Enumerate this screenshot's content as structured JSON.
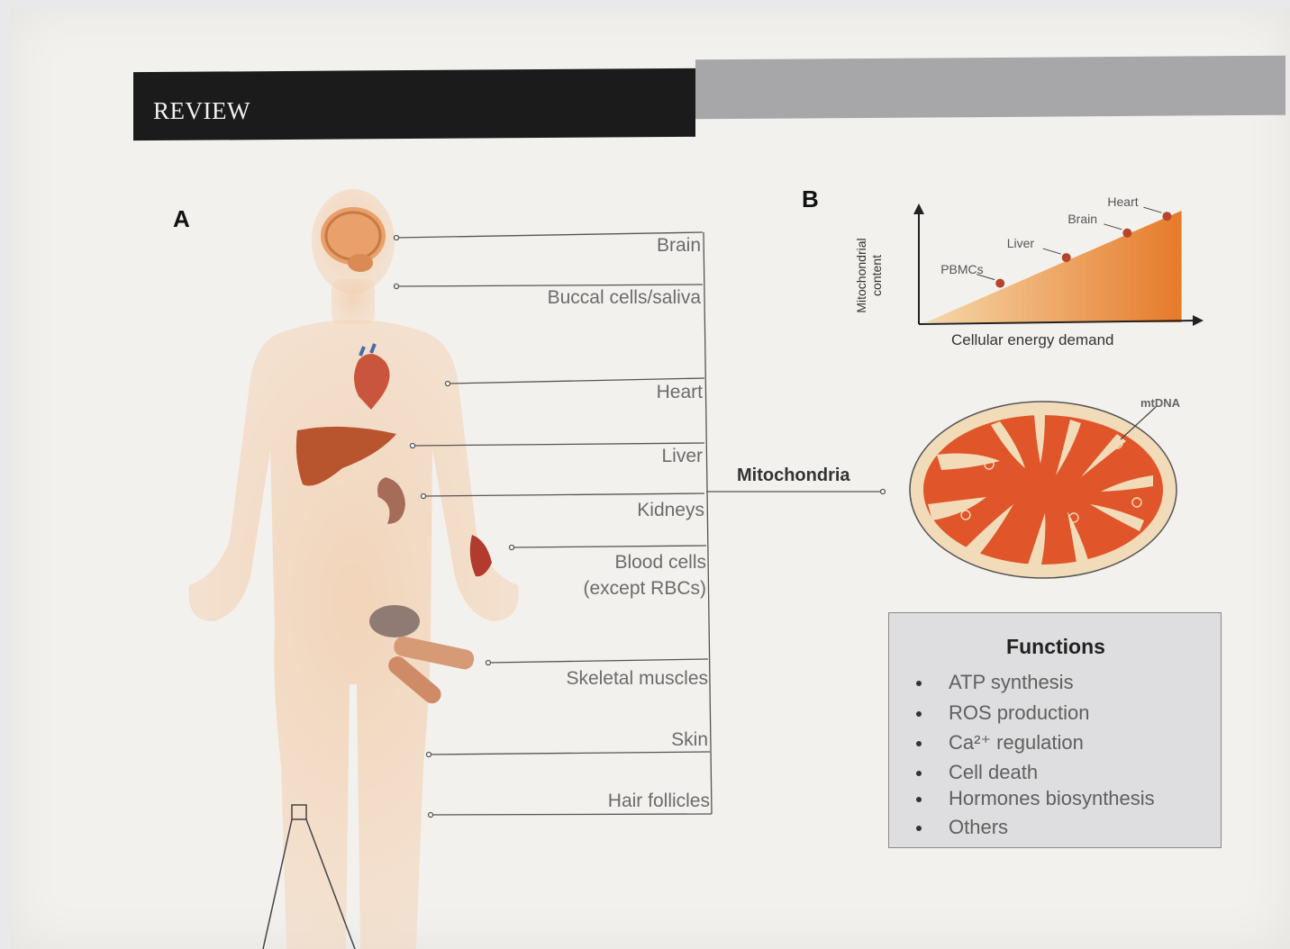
{
  "header": {
    "title": "REVIEW"
  },
  "panel_a": {
    "letter": "A",
    "organs": [
      {
        "label": "Brain"
      },
      {
        "label": "Buccal cells/saliva"
      },
      {
        "label": "Heart"
      },
      {
        "label": "Liver"
      },
      {
        "label": "Kidneys"
      },
      {
        "label": "Blood cells",
        "label2": "(except RBCs)"
      },
      {
        "label": "Skeletal muscles"
      },
      {
        "label": "Skin"
      },
      {
        "label": "Hair follicles"
      }
    ],
    "target_label": "Mitochondria"
  },
  "panel_b": {
    "letter": "B",
    "mtdna_label": "mtDNA"
  },
  "chart_data": {
    "type": "area",
    "xlabel": "Cellular energy demand",
    "ylabel": "Mitochondrial content",
    "categories": [
      "PBMCs",
      "Liver",
      "Brain",
      "Heart"
    ],
    "values": [
      0.35,
      0.58,
      0.8,
      0.95
    ],
    "x": [
      0.3,
      0.55,
      0.78,
      0.93
    ],
    "xlim": [
      0,
      1
    ],
    "ylim": [
      0,
      1
    ],
    "colors": {
      "fill_start": "#f5d8a8",
      "fill_end": "#e67a2a",
      "point": "#b7452c"
    }
  },
  "functions": {
    "title": "Functions",
    "items": [
      "ATP synthesis",
      "ROS production",
      "Ca²⁺ regulation",
      "Cell death",
      "Hormones biosynthesis",
      "Others"
    ]
  }
}
